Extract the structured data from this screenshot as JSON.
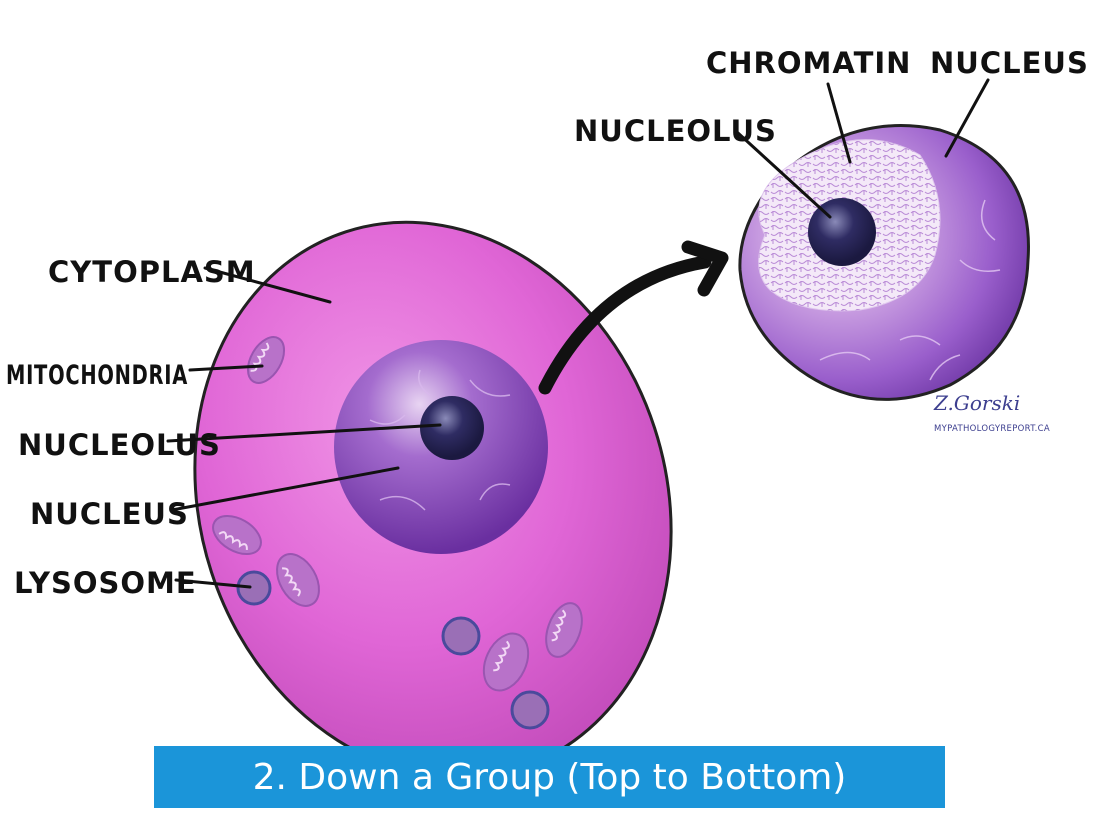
{
  "left_cell": {
    "labels": {
      "cytoplasm": "CYTOPLASM",
      "mitochondria": "MITOCHONDRIA",
      "nucleolus": "NUCLEOLUS",
      "nucleus": "NUCLEUS",
      "lysosome": "LYSOSOME"
    }
  },
  "right_nucleus": {
    "labels": {
      "chromatin": "CHROMATIN",
      "nucleus": "NUCLEUS",
      "nucleolus": "NUCLEOLUS"
    }
  },
  "signature": {
    "author": "Z.Gorski",
    "site": "MYPATHOLOGYREPORT.CA"
  },
  "caption": {
    "text": "2. Down a Group (Top to Bottom)"
  },
  "colors": {
    "cytoplasm": "#e066d6",
    "nucleus": "#7a3fb0",
    "nucleolus": "#2c2a5a",
    "caption_bar": "#1b95d9"
  }
}
